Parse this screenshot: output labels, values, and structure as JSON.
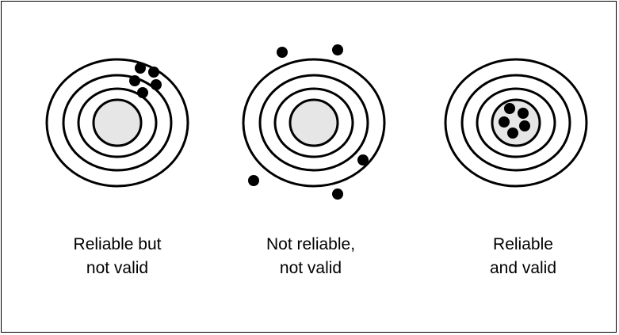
{
  "colors": {
    "ring_stroke": "#000000",
    "bullseye_fill": "#e6e6e6",
    "dot_fill": "#000000",
    "background": "#ffffff"
  },
  "targets": [
    {
      "caption_line1": "Reliable but",
      "caption_line2": "not valid"
    },
    {
      "caption_line1": "Not reliable,",
      "caption_line2": "not valid"
    },
    {
      "caption_line1": "Reliable",
      "caption_line2": "and valid"
    }
  ]
}
